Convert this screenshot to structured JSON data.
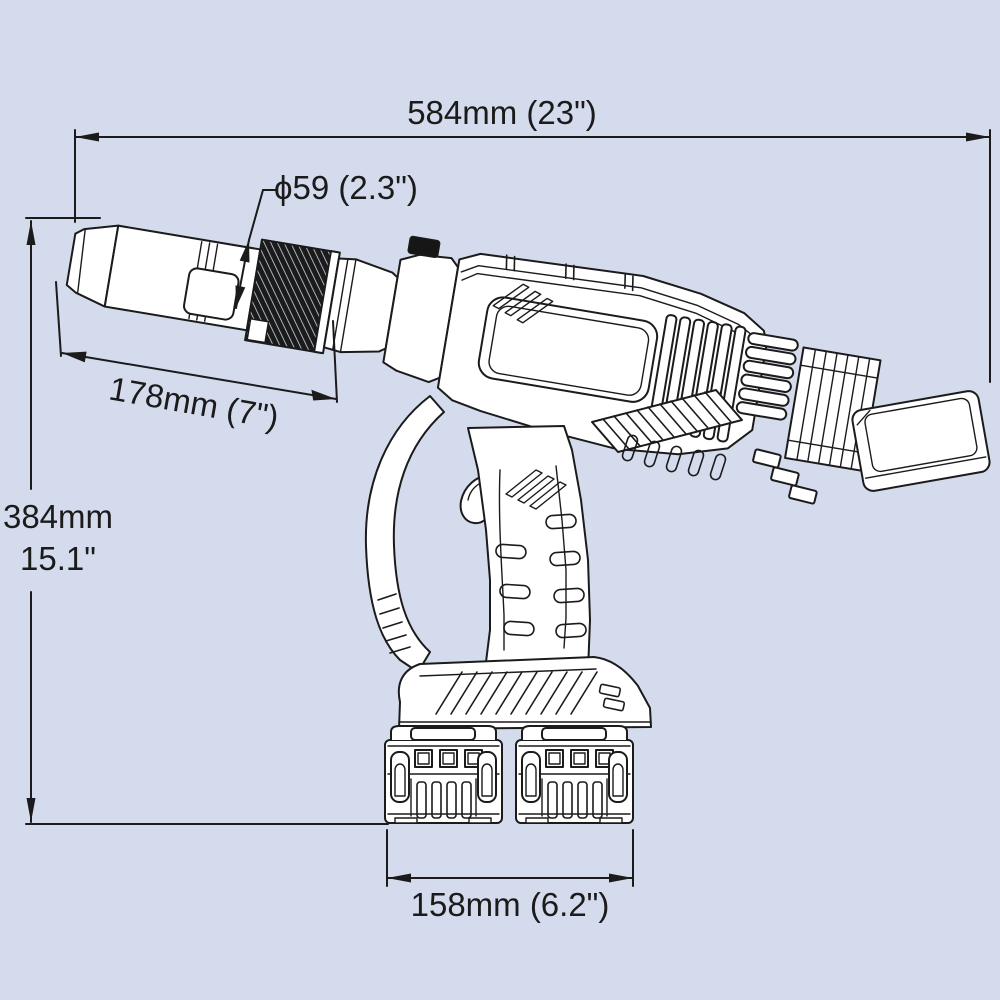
{
  "meta": {
    "bg": "#d4dbec",
    "ink": "#1b1b1b",
    "paper": "#ffffff"
  },
  "labels": {
    "overall_length": "584mm (23\")",
    "collar_diameter": "ϕ59 (2.3\")",
    "nozzle_length": "178mm (7\")",
    "height_mm": "384mm",
    "height_in": "15.1\"",
    "battery_width": "158mm (6.2\")"
  },
  "drawing": {
    "subject": "cordless pressure-washer gun, side view line art with dual batteries",
    "icons": [
      "dimension-arrow",
      "knurled-collar-hatch"
    ]
  }
}
